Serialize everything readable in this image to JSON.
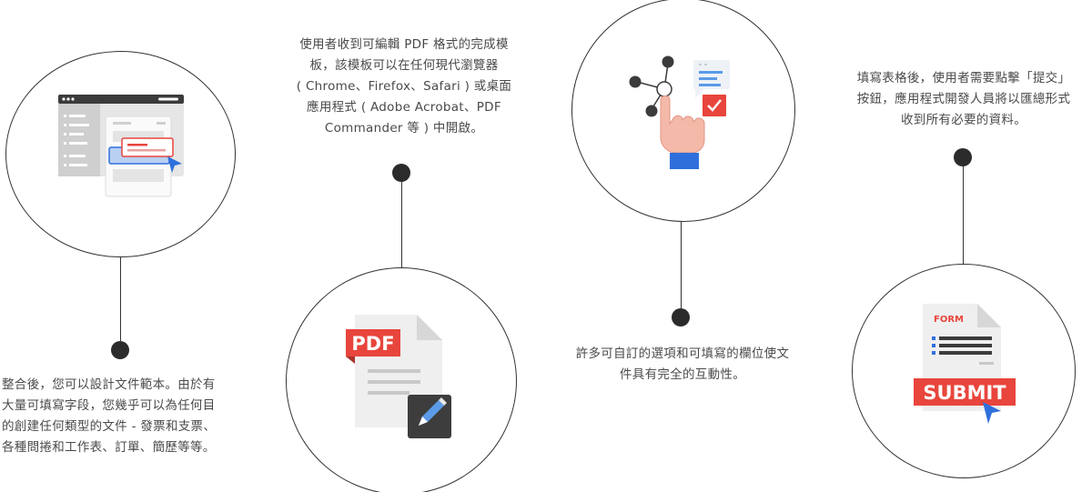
{
  "steps": [
    {
      "text": "整合後，您可以設計文件範本。由於有\n大量可填寫字段，您幾乎可以為任何目\n的創建任何類型的文件 - 發票和支票、\n各種問捲和工作表、訂單、簡歷等等。",
      "icon": "template-editor-icon"
    },
    {
      "text": "使用者收到可編輯 PDF 格式的完成模\n板，該模板可以在任何現代瀏覽器\n( Chrome、Firefox、Safari ) 或桌面\n應用程式 ( Adobe Acrobat、PDF\nCommander 等 ) 中開啟。",
      "icon": "pdf-edit-icon",
      "pdf_label": "PDF"
    },
    {
      "text": "許多可自訂的選項和可填寫的欄位使文\n件具有完全的互動性。",
      "icon": "interactive-hand-icon"
    },
    {
      "text": "填寫表格後，使用者需要點擊「提交」\n按鈕，應用程式開發人員將以匯總形式\n收到所有必要的資料。",
      "icon": "submit-form-icon",
      "form_label": "FORM",
      "submit_label": "SUBMIT"
    }
  ],
  "colors": {
    "accent_red": "#e8453c",
    "accent_blue": "#2f6fdc",
    "line": "#333333",
    "dot": "#2b2b2b"
  }
}
